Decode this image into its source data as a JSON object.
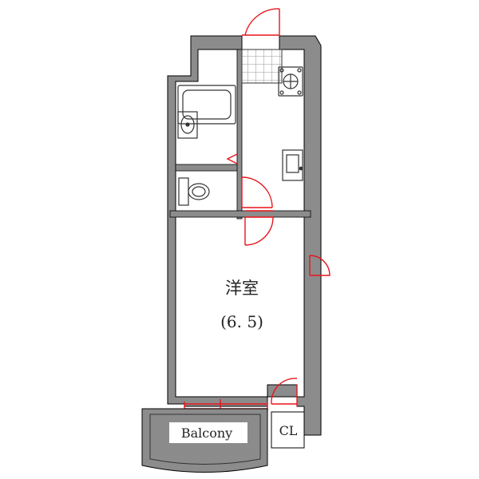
{
  "floor_plan": {
    "rooms": {
      "western_room_name": "洋室",
      "western_room_size": "(6. 5)",
      "balcony": "Balcony",
      "closet": "CL"
    },
    "colors": {
      "wall": "#8c8c8c",
      "wall_outline": "#000000",
      "door": "#e8141c",
      "fixture": "#333333",
      "hatch": "#7a7a7a"
    }
  }
}
